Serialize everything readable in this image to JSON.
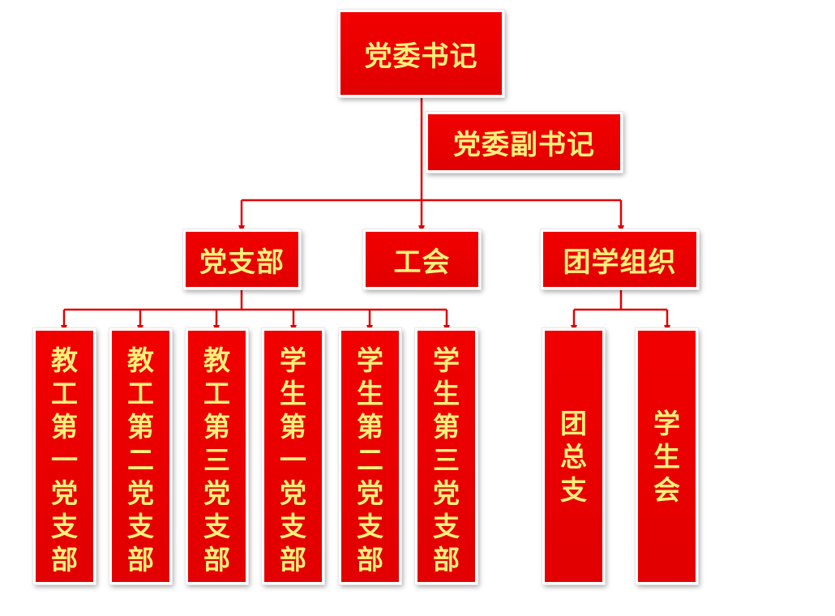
{
  "colors": {
    "box": "#e60000",
    "text": "#fff07a",
    "line": "#e00000"
  },
  "top": {
    "secretary": "党委书记",
    "deputy": "党委副书记"
  },
  "level2": [
    "党支部",
    "工会",
    "团学组织"
  ],
  "branches": [
    [
      "教",
      "工",
      "第",
      "一",
      "党",
      "支",
      "部"
    ],
    [
      "教",
      "工",
      "第",
      "二",
      "党",
      "支",
      "部"
    ],
    [
      "教",
      "工",
      "第",
      "三",
      "党",
      "支",
      "部"
    ],
    [
      "学",
      "生",
      "第",
      "一",
      "党",
      "支",
      "部"
    ],
    [
      "学",
      "生",
      "第",
      "二",
      "党",
      "支",
      "部"
    ],
    [
      "学",
      "生",
      "第",
      "三",
      "党",
      "支",
      "部"
    ]
  ],
  "youth": [
    [
      "团",
      "总",
      "支"
    ],
    [
      "学",
      "生",
      "会"
    ]
  ]
}
